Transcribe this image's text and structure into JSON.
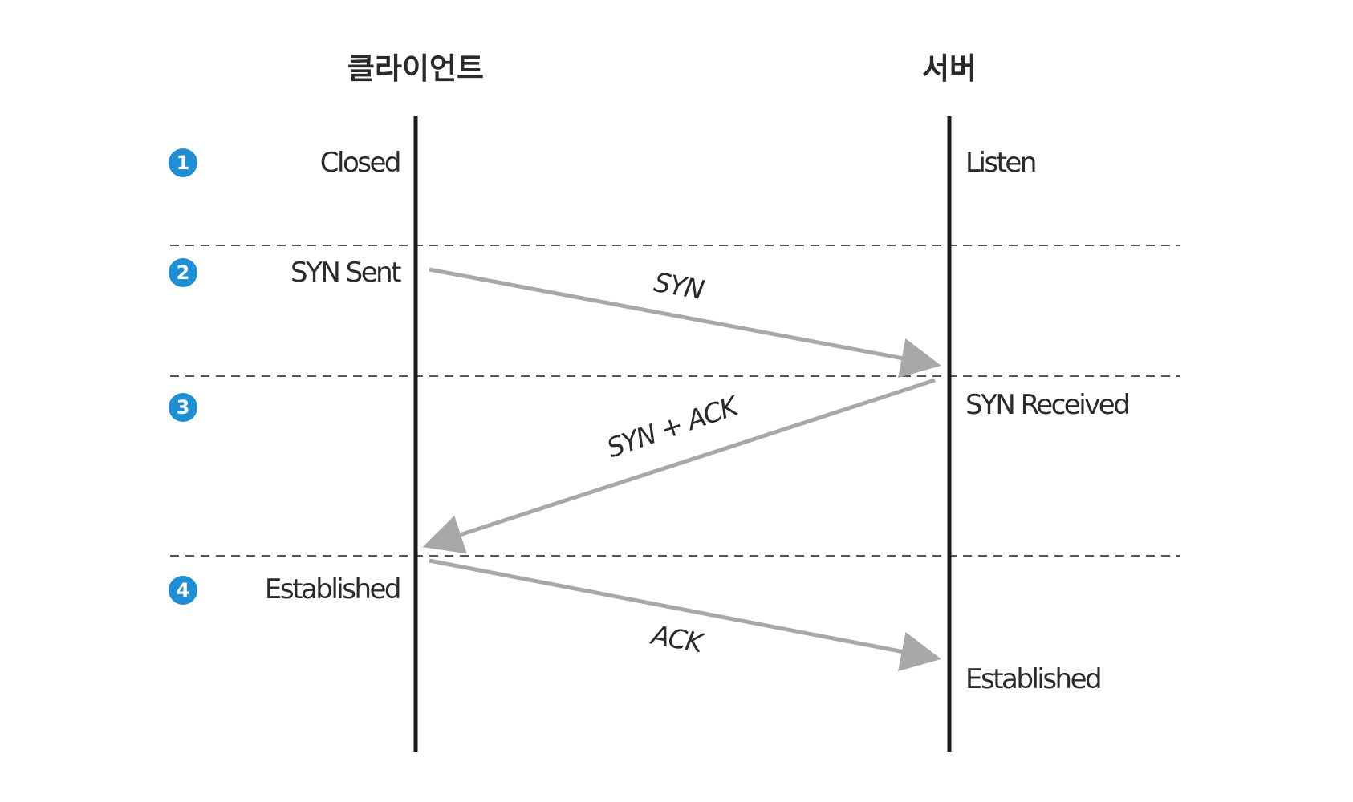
{
  "header": {
    "client_title": "클라이언트",
    "server_title": "서버"
  },
  "steps": [
    {
      "number": "1",
      "client_state": "Closed",
      "server_state": "Listen"
    },
    {
      "number": "2",
      "client_state": "SYN Sent",
      "server_state": ""
    },
    {
      "number": "3",
      "client_state": "",
      "server_state": "SYN Received"
    },
    {
      "number": "4",
      "client_state": "Established",
      "server_state": "Established"
    }
  ],
  "messages": [
    {
      "label": "SYN",
      "direction": "client-to-server"
    },
    {
      "label": "SYN + ACK",
      "direction": "server-to-client"
    },
    {
      "label": "ACK",
      "direction": "client-to-server"
    }
  ],
  "colors": {
    "badge": "#1e8fd4",
    "arrow": "#a8a8a8",
    "lifeline": "#1a1a1a",
    "separator": "#555555"
  }
}
